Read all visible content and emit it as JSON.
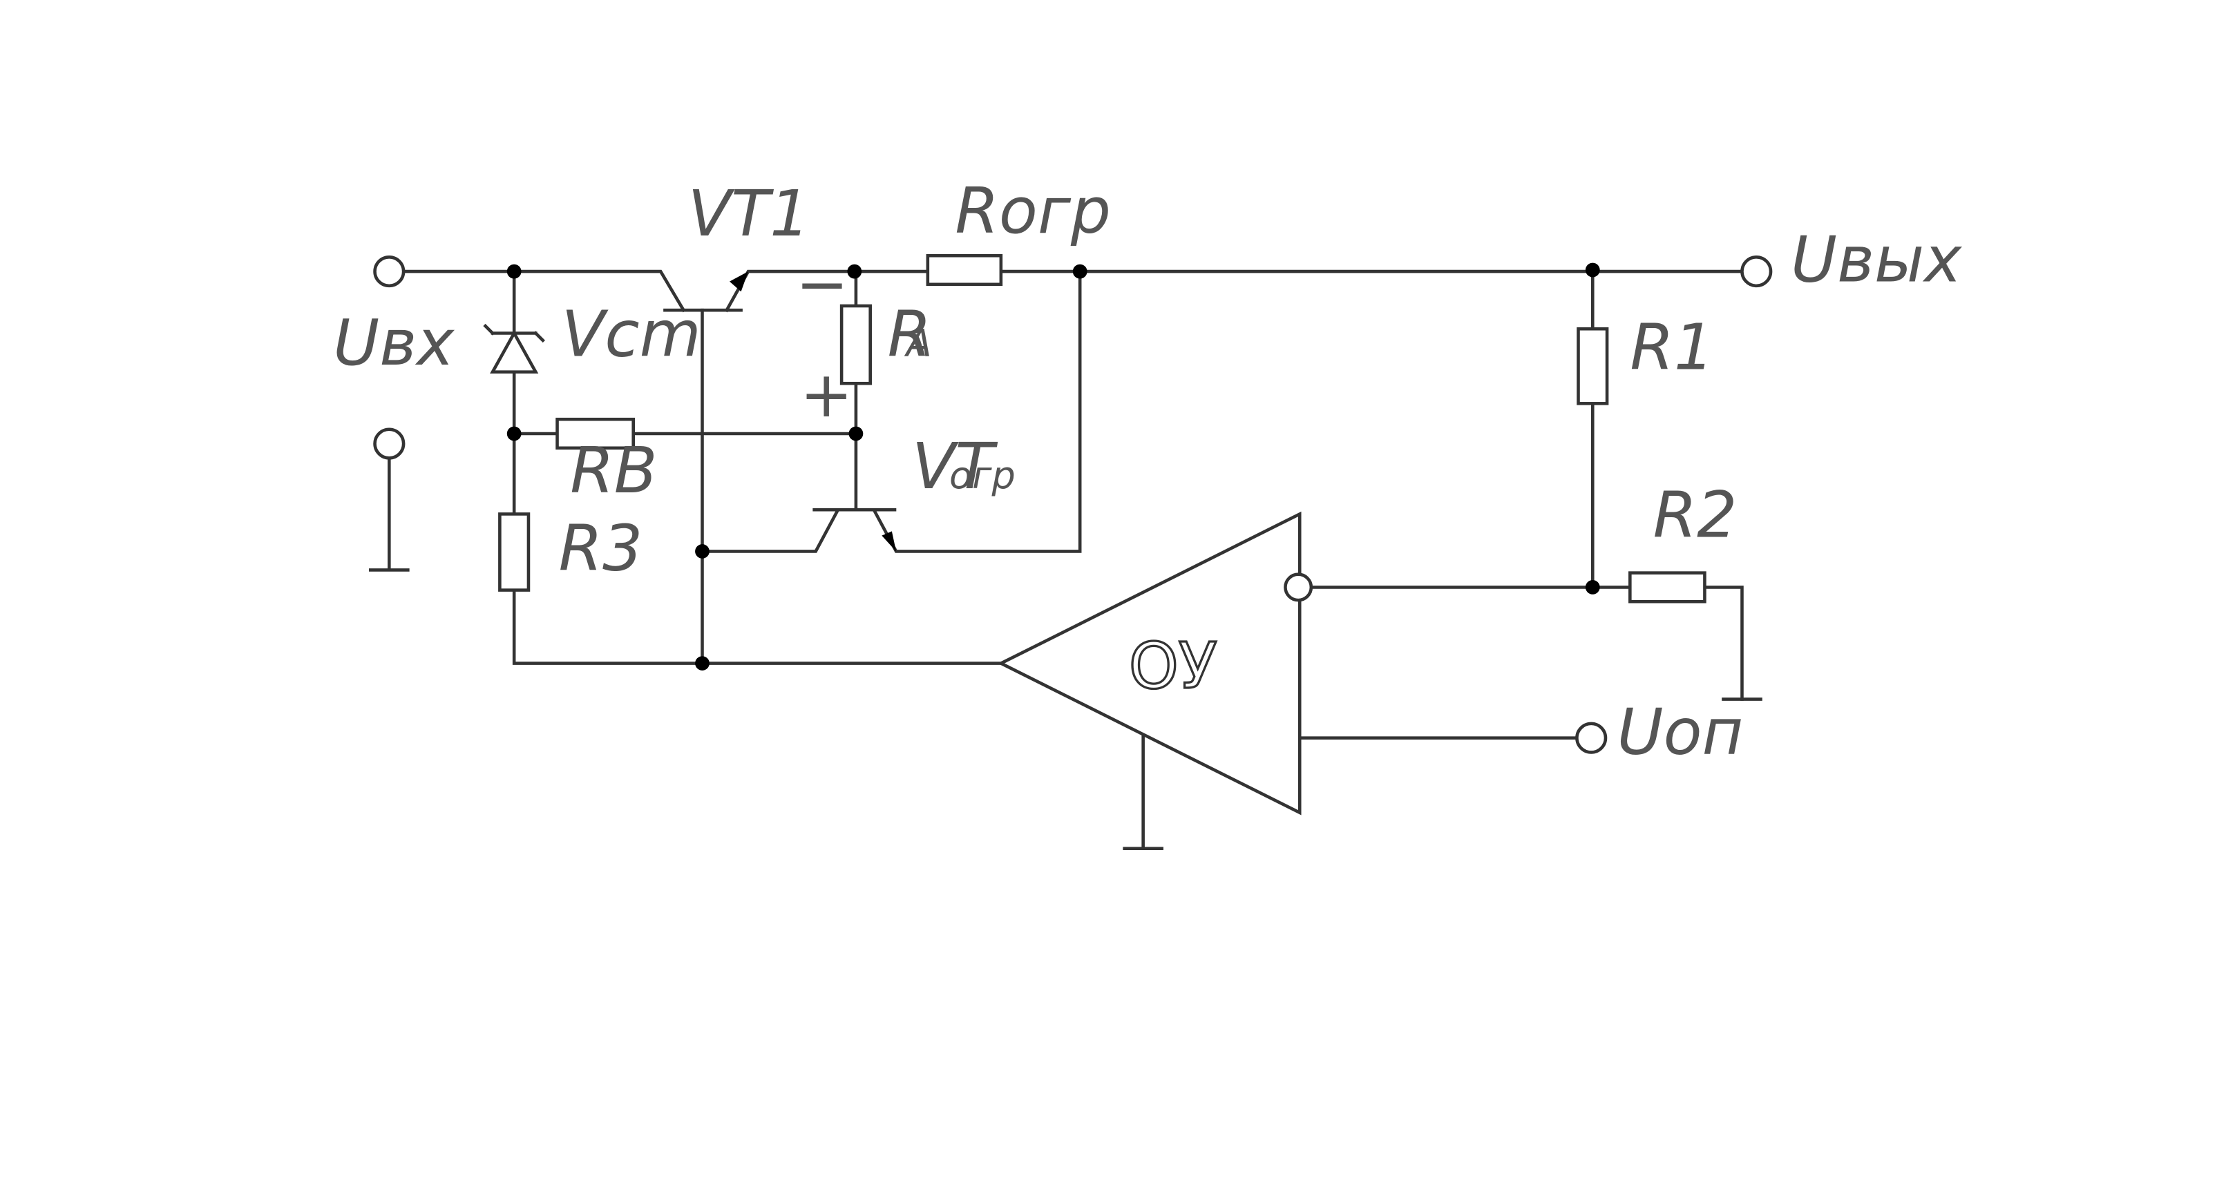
{
  "labels": {
    "u_in": "Uвх",
    "u_out": "Uвых",
    "u_ref": "Uоп",
    "vt1": "VT1",
    "vt_lim": "VT",
    "vt_lim_sub": "огр",
    "r_lim": "Rогр",
    "r_a": "R",
    "r_a_sub": "A",
    "r_b": "RB",
    "r1": "R1",
    "r2": "R2",
    "r3": "R3",
    "zener": "Vcm",
    "minus": "−",
    "plus": "+",
    "opamp": "ОУ"
  },
  "colors": {
    "wire": "#333333",
    "label": "#555555",
    "junction": "#000000",
    "background": "#ffffff"
  },
  "components": [
    {
      "id": "VT1",
      "kind": "npn-transistor"
    },
    {
      "id": "VTогр",
      "kind": "npn-transistor"
    },
    {
      "id": "Rогр",
      "kind": "resistor"
    },
    {
      "id": "RA",
      "kind": "resistor"
    },
    {
      "id": "RB",
      "kind": "resistor"
    },
    {
      "id": "R1",
      "kind": "resistor"
    },
    {
      "id": "R2",
      "kind": "resistor"
    },
    {
      "id": "R3",
      "kind": "resistor"
    },
    {
      "id": "Vcm",
      "kind": "zener-diode"
    },
    {
      "id": "ОУ",
      "kind": "op-amp"
    }
  ]
}
